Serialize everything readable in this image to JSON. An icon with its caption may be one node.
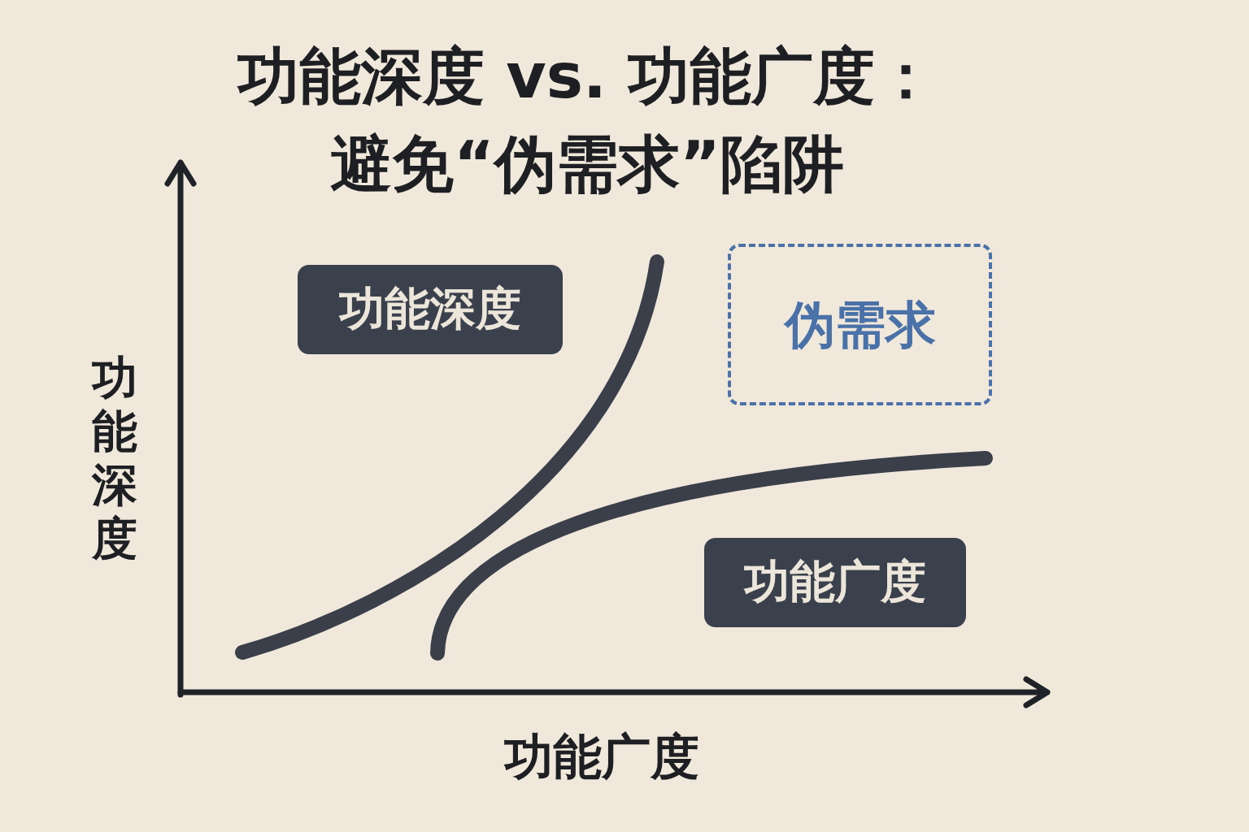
{
  "diagram": {
    "title": "功能深度 vs. 功能广度：避免“伪需求”陷阱",
    "nodes": [
      {
        "text": [
          "功能深度"
        ]
      },
      {
        "text": [
          "伪需求"
        ]
      },
      {
        "text": [
          "功能广度"
        ]
      }
    ],
    "labels": [
      "功能深度",
      "功能广度"
    ]
  }
}
